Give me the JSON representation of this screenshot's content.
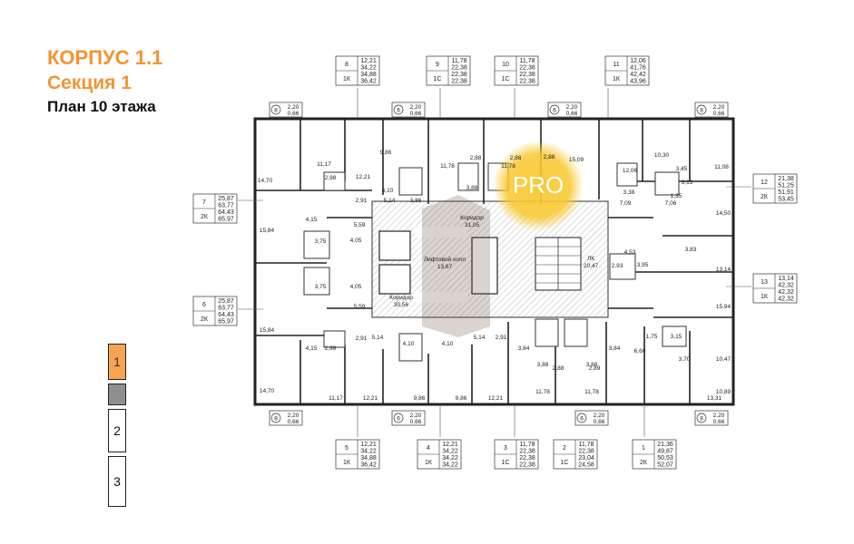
{
  "header": {
    "building": "КОРПУС 1.1",
    "section": "Секция 1",
    "plan": "План 10 этажа"
  },
  "floors": [
    {
      "label": "1",
      "state": "active"
    },
    {
      "label": "",
      "state": "grey"
    },
    {
      "label": "2",
      "state": "normal"
    },
    {
      "label": "3",
      "state": "normal"
    }
  ],
  "watermark": "PRO",
  "apartments": [
    {
      "num": "8",
      "type": "1К",
      "areas": [
        "12,21",
        "34,22",
        "34,88",
        "36,42"
      ]
    },
    {
      "num": "9",
      "type": "1С",
      "areas": [
        "11,78",
        "22,38",
        "22,38",
        "22,38"
      ]
    },
    {
      "num": "10",
      "type": "1С",
      "areas": [
        "11,78",
        "22,38",
        "22,38",
        "22,38"
      ]
    },
    {
      "num": "11",
      "type": "1К",
      "areas": [
        "12,06",
        "41,76",
        "42,42",
        "43,96"
      ]
    },
    {
      "num": "7",
      "type": "2К",
      "areas": [
        "25,87",
        "63,77",
        "64,43",
        "65,97"
      ]
    },
    {
      "num": "12",
      "type": "2К",
      "areas": [
        "21,38",
        "51,25",
        "51,91",
        "53,45"
      ]
    },
    {
      "num": "6",
      "type": "2К",
      "areas": [
        "25,87",
        "63,77",
        "64,43",
        "65,97"
      ]
    },
    {
      "num": "13",
      "type": "1К",
      "areas": [
        "13,14",
        "42,32",
        "42,32",
        "42,32"
      ]
    },
    {
      "num": "5",
      "type": "1К",
      "areas": [
        "12,21",
        "34,22",
        "34,88",
        "36,42"
      ]
    },
    {
      "num": "4",
      "type": "1К",
      "areas": [
        "12,21",
        "34,22",
        "34,22",
        "34,22"
      ]
    },
    {
      "num": "3",
      "type": "1С",
      "areas": [
        "11,78",
        "22,38",
        "22,38",
        "22,38"
      ]
    },
    {
      "num": "2",
      "type": "1С",
      "areas": [
        "11,78",
        "22,38",
        "23,04",
        "24,58"
      ]
    },
    {
      "num": "1",
      "type": "2К",
      "areas": [
        "21,36",
        "49,87",
        "50,53",
        "52,07"
      ]
    }
  ],
  "balconies": [
    {
      "num": "8",
      "a": "2,20",
      "b": "0,66"
    },
    {
      "num": "6",
      "a": "2,20",
      "b": "0,66"
    },
    {
      "num": "6",
      "a": "2,20",
      "b": "0,66"
    },
    {
      "num": "8",
      "a": "2,20",
      "b": "0,66"
    },
    {
      "num": "8",
      "a": "2,20",
      "b": "0,66"
    },
    {
      "num": "6",
      "a": "2,20",
      "b": "0,66"
    },
    {
      "num": "6",
      "a": "2,20",
      "b": "0,66"
    },
    {
      "num": "8",
      "a": "2,20",
      "b": "0,66"
    }
  ],
  "common_areas": [
    {
      "name": "Коридор",
      "area": "31,05"
    },
    {
      "name": "Лифтовой холл",
      "area": "13,67"
    },
    {
      "name": "Коридор",
      "area": "30,56"
    },
    {
      "name": "ЛК",
      "area": "20,47"
    }
  ],
  "room_areas": [
    "11,17",
    "14,70",
    "12,21",
    "2,98",
    "9,86",
    "4,10",
    "11,78",
    "2,88",
    "11,78",
    "2,88",
    "15,09",
    "12,06",
    "10,30",
    "3,45",
    "11,08",
    "3,38",
    "3,13",
    "7,09",
    "14,50",
    "15,84",
    "4,15",
    "5,59",
    "3,75",
    "4,05",
    "3,75",
    "4,05",
    "5,59",
    "4,53",
    "3,83",
    "2,93",
    "3,95",
    "13,14",
    "15,94",
    "1,75",
    "3,15",
    "6,60",
    "3,70",
    "10,47",
    "13,31",
    "10,89",
    "15,84",
    "4,15",
    "2,98",
    "2,91",
    "5,14",
    "4,10",
    "4,10",
    "5,14",
    "2,91",
    "3,84",
    "3,88",
    "3,88",
    "3,84",
    "2,88",
    "2,89",
    "14,70",
    "11,17",
    "12,21",
    "9,86",
    "9,86",
    "12,21",
    "11,78",
    "11,78",
    "3,86",
    "3,88",
    "5,14",
    "2,91",
    "7,06",
    "1,35",
    "2,88"
  ]
}
